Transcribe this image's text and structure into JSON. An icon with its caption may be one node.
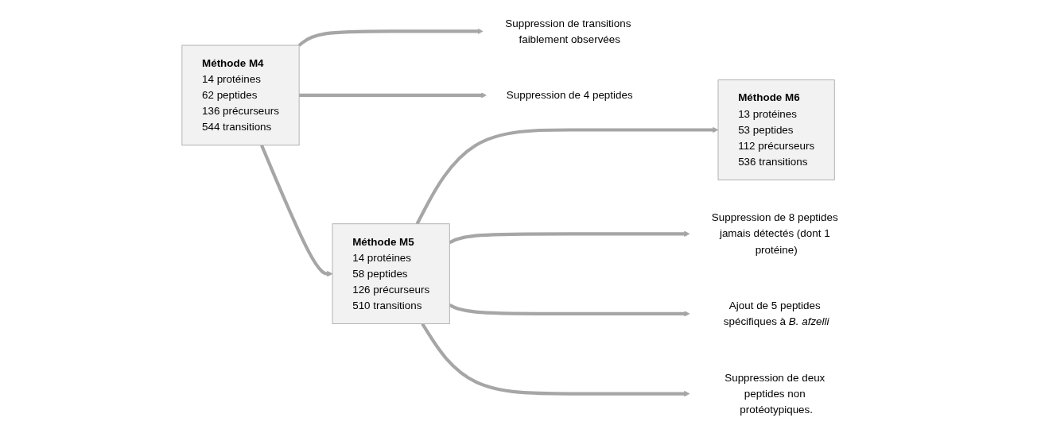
{
  "diagram": {
    "nodes": [
      {
        "text": [
          "Méthode M4",
          "14 protéines",
          "62 peptides",
          "136 précurseurs",
          "544 transitions"
        ]
      },
      {
        "text": [
          "Méthode M5",
          "14 protéines",
          "58 peptides",
          "126 précurseurs",
          "510 transitions"
        ]
      },
      {
        "text": [
          "Méthode M6",
          "13 protéines",
          "53 peptides",
          "112 précurseurs",
          "536 transitions"
        ]
      },
      {
        "text": [
          "Suppression de transitions faiblement observées"
        ]
      },
      {
        "text": [
          "Suppression de 4 peptides"
        ]
      },
      {
        "text": [
          "Suppression de 8 peptides jamais détectés (dont 1 protéine)"
        ]
      },
      {
        "text": [
          "Ajout de 5 peptides spécifiques à *B. afzelli*"
        ]
      },
      {
        "text": [
          "Suppression de deux peptides non protéotypiques."
        ]
      }
    ],
    "edges": [
      {
        "from": 0,
        "to": 1,
        "arrow": "to"
      },
      {
        "from": 0,
        "to": 3,
        "arrow": "to"
      },
      {
        "from": 0,
        "to": 4,
        "arrow": "to"
      },
      {
        "from": 1,
        "to": 2,
        "arrow": "to"
      },
      {
        "from": 1,
        "to": 5,
        "arrow": "to"
      },
      {
        "from": 1,
        "to": 6,
        "arrow": "to"
      },
      {
        "from": 1,
        "to": 7,
        "arrow": "to"
      }
    ]
  }
}
